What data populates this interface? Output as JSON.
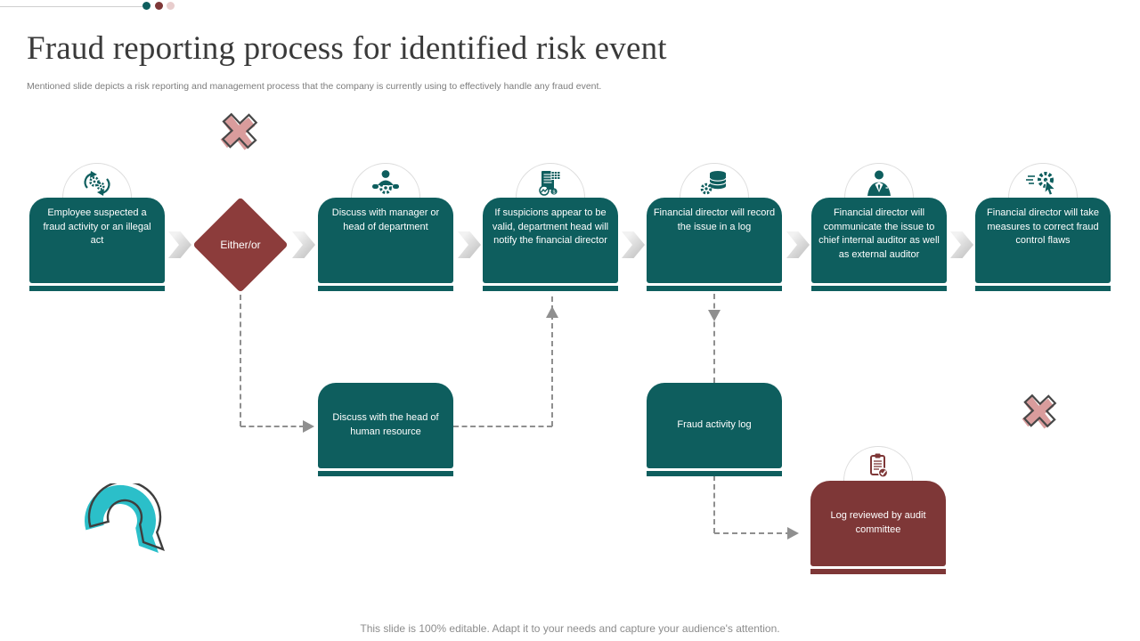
{
  "header": {
    "title": "Fraud reporting process for identified risk event",
    "subtitle": "Mentioned slide depicts a risk reporting and management process that the company is currently using to effectively handle any fraud event."
  },
  "footer": {
    "note": "This slide is 100% editable. Adapt it to your needs and capture your audience's attention."
  },
  "colors": {
    "teal": "#0E5E5E",
    "diamond_maroon": "#8C3C3B",
    "box_maroon": "#7E3737",
    "accent_cyan": "#2BBFC9",
    "decor_pink": "#D99C9C",
    "connector_gray": "#8f8f8f"
  },
  "flow": {
    "diamond": {
      "label": "Either/or"
    },
    "steps": [
      {
        "label": "Employee suspected a fraud activity or an illegal act",
        "icon": "gears-cycle-icon"
      },
      {
        "label": "Discuss with manager or head of department",
        "icon": "manager-gear-icon"
      },
      {
        "label": "If suspicions appear to be valid, department head will notify the financial director",
        "icon": "report-document-icon"
      },
      {
        "label": "Financial director will record the issue in a log",
        "icon": "database-gear-icon"
      },
      {
        "label": "Financial director will communicate the issue to chief internal auditor as well as external auditor",
        "icon": "businessman-icon"
      },
      {
        "label": "Financial director will take measures to correct fraud control flaws",
        "icon": "gear-cursor-icon"
      }
    ],
    "sub_steps": [
      {
        "label": "Discuss with the head of human resource"
      },
      {
        "label": "Fraud activity log"
      }
    ],
    "audit": {
      "label": "Log reviewed by audit committee",
      "icon": "clipboard-check-icon"
    }
  }
}
